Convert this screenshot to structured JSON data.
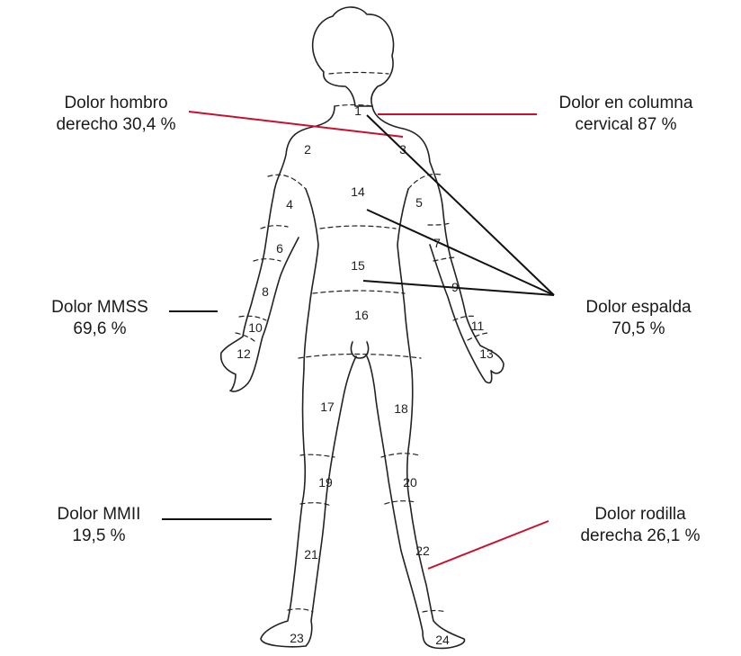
{
  "regions": [
    "1",
    "2",
    "3",
    "4",
    "5",
    "6",
    "7",
    "8",
    "9",
    "10",
    "11",
    "12",
    "13",
    "14",
    "15",
    "16",
    "17",
    "18",
    "19",
    "20",
    "21",
    "22",
    "23",
    "24"
  ],
  "callouts": {
    "hombro": {
      "line1": "Dolor hombro",
      "line2": "derecho 30,4 %",
      "color": "#c8102e"
    },
    "cervical": {
      "line1": "Dolor en columna",
      "line2": "cervical 87 %",
      "color": "#c8102e"
    },
    "mmss": {
      "line1": "Dolor MMSS",
      "line2": "69,6 %",
      "color": "#111111"
    },
    "espalda": {
      "line1": "Dolor espalda",
      "line2": "70,5 %",
      "color": "#111111"
    },
    "mmii": {
      "line1": "Dolor MMII",
      "line2": "19,5 %",
      "color": "#111111"
    },
    "rodilla": {
      "line1": "Dolor rodilla",
      "line2": "derecha 26,1 %",
      "color": "#c8102e"
    }
  }
}
